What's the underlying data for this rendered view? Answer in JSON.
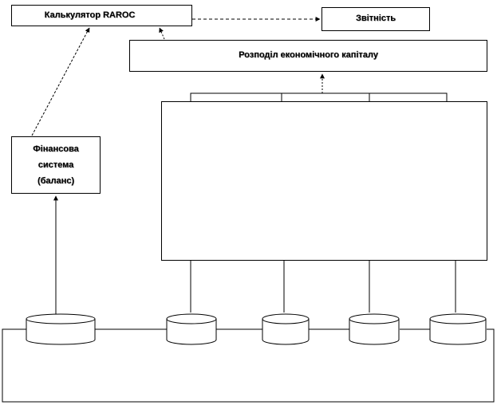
{
  "diagram": {
    "calculator_label": "Калькулятор RAROC",
    "reporting_label": "Звітність",
    "capital_allocation_label": "Розподіл економічного капіталу",
    "financial_system_label": "Фінансова система (баланс)"
  }
}
